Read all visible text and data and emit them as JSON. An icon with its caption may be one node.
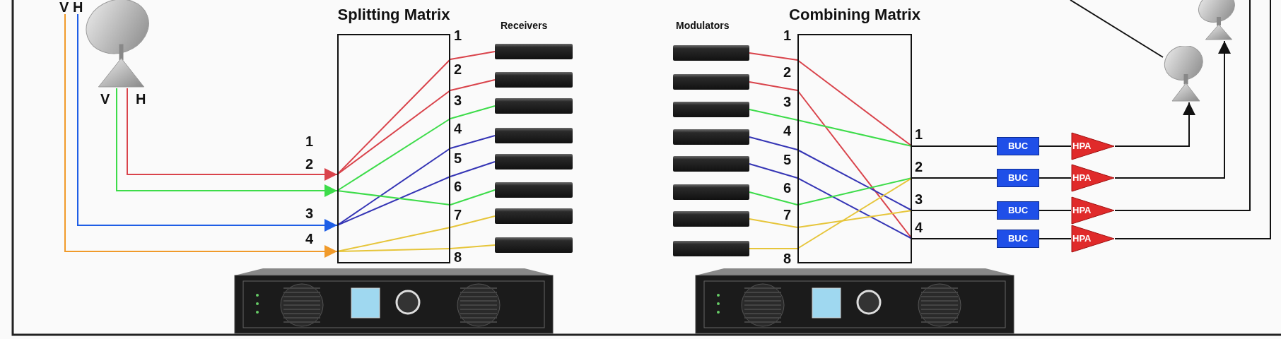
{
  "diagram": {
    "nodes": [
      {
        "text": [],
        "shape": "picture"
      },
      {
        "text": [
          "Splitting Matrix"
        ]
      },
      {
        "text": [],
        "shape": "picture"
      },
      {
        "text": [],
        "shape": "picture"
      },
      {
        "text": [],
        "shape": "picture"
      },
      {
        "text": [],
        "shape": "picture"
      },
      {
        "text": [],
        "shape": "picture"
      },
      {
        "text": [],
        "shape": "picture"
      },
      {
        "text": [],
        "shape": "picture"
      },
      {
        "text": [],
        "shape": "picture"
      },
      {
        "text": [],
        "shape": "picture"
      },
      {
        "text": [],
        "shape": "picture"
      },
      {
        "text": [],
        "shape": "picture"
      },
      {
        "text": [],
        "shape": "picture"
      },
      {
        "text": [],
        "shape": "picture"
      },
      {
        "text": [],
        "shape": "picture"
      },
      {
        "text": [],
        "shape": "picture"
      },
      {
        "text": [],
        "shape": "picture"
      },
      {
        "text": [
          "Combining Matrix"
        ]
      },
      {
        "text": [
          "BUC"
        ]
      },
      {
        "text": [
          "BUC"
        ]
      },
      {
        "text": [
          "BUC"
        ]
      },
      {
        "text": [
          "BUC"
        ]
      },
      {
        "text": [
          "HPA"
        ]
      },
      {
        "text": [
          "HPA"
        ]
      },
      {
        "text": [
          "HPA"
        ]
      },
      {
        "text": [
          "HPA"
        ]
      },
      {
        "text": [],
        "shape": "picture"
      },
      {
        "text": [],
        "shape": "picture"
      },
      {
        "text": [
          "V"
        ]
      },
      {
        "text": [
          "H"
        ]
      }
    ],
    "edges": [
      {
        "from": 0,
        "to": 1,
        "arrow": "to",
        "color": "#d9434b"
      },
      {
        "from": 0,
        "to": 1,
        "arrow": "to",
        "color": "#3ddc4a"
      },
      {
        "from": 30,
        "to": 1,
        "arrow": "to",
        "color": "#1e5ee6"
      },
      {
        "from": 29,
        "to": 1,
        "arrow": "to",
        "color": "#f09a2a"
      },
      {
        "from": 1,
        "to": 2,
        "arrow": "none",
        "color": "#d9434b"
      },
      {
        "from": 1,
        "to": 3,
        "arrow": "none",
        "color": "#d9434b"
      },
      {
        "from": 1,
        "to": 4,
        "arrow": "none",
        "color": "#3ddc4a"
      },
      {
        "from": 1,
        "to": 5,
        "arrow": "none",
        "color": "#3535b5"
      },
      {
        "from": 1,
        "to": 6,
        "arrow": "none",
        "color": "#3535b5"
      },
      {
        "from": 1,
        "to": 7,
        "arrow": "none",
        "color": "#3ddc4a"
      },
      {
        "from": 1,
        "to": 8,
        "arrow": "none",
        "color": "#e6c53a"
      },
      {
        "from": 1,
        "to": 9,
        "arrow": "none",
        "color": "#e6c53a"
      },
      {
        "from": 10,
        "to": 18,
        "arrow": "none",
        "color": "#d9434b"
      },
      {
        "from": 11,
        "to": 18,
        "arrow": "none",
        "color": "#d9434b"
      },
      {
        "from": 12,
        "to": 18,
        "arrow": "none",
        "color": "#3ddc4a"
      },
      {
        "from": 13,
        "to": 18,
        "arrow": "none",
        "color": "#3535b5"
      },
      {
        "from": 14,
        "to": 18,
        "arrow": "none",
        "color": "#3535b5"
      },
      {
        "from": 15,
        "to": 18,
        "arrow": "none",
        "color": "#3ddc4a"
      },
      {
        "from": 16,
        "to": 18,
        "arrow": "none",
        "color": "#e6c53a"
      },
      {
        "from": 17,
        "to": 18,
        "arrow": "none",
        "color": "#e6c53a"
      },
      {
        "from": 18,
        "to": 19,
        "arrow": "none"
      },
      {
        "from": 18,
        "to": 20,
        "arrow": "none"
      },
      {
        "from": 18,
        "to": 21,
        "arrow": "none"
      },
      {
        "from": 18,
        "to": 22,
        "arrow": "none"
      },
      {
        "from": 19,
        "to": 23,
        "arrow": "none"
      },
      {
        "from": 20,
        "to": 24,
        "arrow": "none"
      },
      {
        "from": 21,
        "to": 25,
        "arrow": "none"
      },
      {
        "from": 22,
        "to": 26,
        "arrow": "none"
      },
      {
        "from": 23,
        "to": 27,
        "arrow": "to"
      },
      {
        "from": 24,
        "to": 28,
        "arrow": "to"
      },
      {
        "from": 25,
        "to": null,
        "arrow": "none"
      },
      {
        "from": 26,
        "to": null,
        "arrow": "none"
      },
      {
        "from": null,
        "to": 27,
        "arrow": "none"
      }
    ],
    "labels": [
      "Receivers",
      "Modulators",
      "1",
      "2",
      "3",
      "4",
      "1",
      "2",
      "3",
      "4",
      "5",
      "6",
      "7",
      "8",
      "1",
      "2",
      "3",
      "4",
      "5",
      "6",
      "7",
      "8",
      "1",
      "2",
      "3",
      "4",
      "V",
      "H"
    ]
  }
}
